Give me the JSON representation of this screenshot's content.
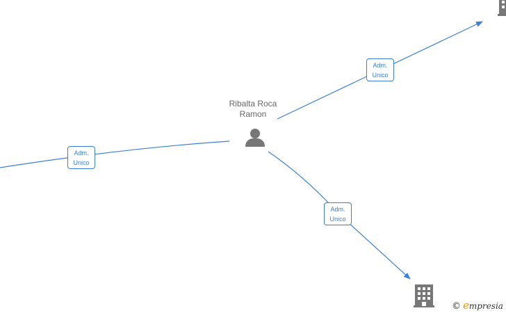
{
  "person": {
    "name_line1": "Ribalta Roca",
    "name_line2": "Ramon",
    "icon": "person-icon"
  },
  "edges": [
    {
      "id": "edge-top-right",
      "label_line1": "Adm.",
      "label_line2": "Unico"
    },
    {
      "id": "edge-left",
      "label_line1": "Adm.",
      "label_line2": "Unico"
    },
    {
      "id": "edge-bottom",
      "label_line1": "Adm.",
      "label_line2": "Unico"
    }
  ],
  "companies": [
    {
      "id": "company-top-right",
      "icon": "building-icon"
    },
    {
      "id": "company-bottom",
      "icon": "building-icon"
    }
  ],
  "brand": {
    "copyright_symbol": "©",
    "logo_initial": "e",
    "logo_rest": "mpresia"
  },
  "colors": {
    "edge": "#3a7fd5",
    "node_icon": "#777777",
    "brand_accent": "#f29400"
  }
}
